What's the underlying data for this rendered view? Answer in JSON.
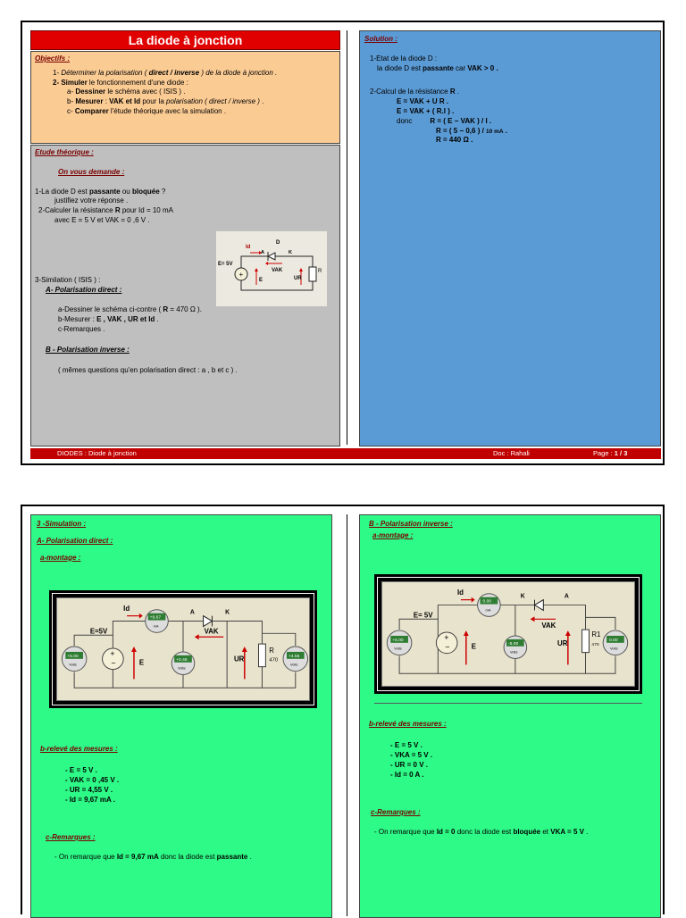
{
  "page1": {
    "title": "La diode à jonction",
    "objectives": {
      "heading": "Objectifs :",
      "l1_a": "1- ",
      "l1_b": "Déterminer la polarisation ( ",
      "l1_c": "direct / inverse",
      "l1_d": " ) de  la diode à jonction .",
      "l2_a": "2- Simuler",
      "l2_b": " le fonctionnement d'une  diode :",
      "l3_a": "a- ",
      "l3_b": "Dessiner",
      "l3_c": " le  schéma avec ( ISIS )  .",
      "l4_a": "b- ",
      "l4_b": "Mesurer",
      "l4_c": " :  ",
      "l4_d": "VAK et Id",
      "l4_e": "  pour la  ",
      "l4_f": "polarisation ( direct / inverse )",
      "l4_g": "  .",
      "l5_a": "c- ",
      "l5_b": "Comparer",
      "l5_c": " l'étude théorique avec la simulation  ."
    },
    "theory": {
      "heading": "Etude théorique :",
      "ask": "On vous demande :",
      "q1_a": "1-La diode D est ",
      "q1_b": "passante",
      "q1_c": " ou ",
      "q1_d": "bloquée",
      "q1_e": " ?",
      "q1_2": "justifiez votre réponse .",
      "q2_a": "2-Calculer  la résistance  ",
      "q2_b": "R",
      "q2_c": "  pour Id = 10 mA",
      "q2_2": "avec E = 5 V et VAK = 0 ,6 V .",
      "q3": "3-Similation ( ISIS ) :",
      "polA": "A- Polarisation direct  :",
      "a_a": "a-Dessiner le schéma  ci-contre ( ",
      "a_b": "R",
      "a_c": " = 470 Ω ).",
      "b_a": "b-Mesurer :  ",
      "b_b": "E , VAK , UR  et   Id",
      "b_c": " .",
      "c": "c-Remarques .",
      "polB": "B - Polarisation inverse  :",
      "same": "( mêmes  questions qu'en polarisation direct : a , b et  c ) ."
    },
    "solution": {
      "heading": "Solution :",
      "s1": "1-Etat de la diode D :",
      "s2_a": "la diode D  est  ",
      "s2_b": "passante",
      "s2_c": "  car  ",
      "s2_d": "VAK > 0 .",
      "s3_a": "2-Calcul de  la résistance  ",
      "s3_b": "R",
      "s3_c": " .",
      "e1": "E  = VAK + U R  .",
      "e2": "E  = VAK + ( R.I )  .",
      "donc": "donc",
      "e3": "R  = ( E − VAK )  /  I  .",
      "e4_a": "R  = ( 5 − 0,6 )  /  ",
      "e4_b": "10 mA",
      "e4_c": "  .",
      "e5": "R  = 440 Ω  ."
    },
    "footer": {
      "left": "DIODES  :   Diode à jonction",
      "doc": "Doc : Rahali",
      "page_label": "Page :  ",
      "page": "1 / 3"
    },
    "circuit_labels": {
      "id": "Id",
      "a": "A",
      "d": "D",
      "k": "K",
      "e5v": "E= 5V",
      "e": "E",
      "vak": "VAK",
      "ur": "UR",
      "r": "R"
    }
  },
  "page2": {
    "left": {
      "heading": "3 -Simulation :",
      "polA": "A- Polarisation direct  :",
      "montage": "a-montage :",
      "releve": "b-relevé des mesures :",
      "m1": "-  E = 5 V  .",
      "m2": "-  VAK = 0 ,45 V  .",
      "m3": "-  UR  =  4,55 V  .",
      "m4": "-  Id   =  9,67 mA  .",
      "remarques": "c-Remarques :",
      "r_a": "- On remarque que  ",
      "r_b": "Id  =  9,67 mA",
      "r_c": "  donc la diode est ",
      "r_d": "passante",
      "r_e": " ."
    },
    "right": {
      "heading": "B - Polarisation inverse  :",
      "montage": "a-montage :",
      "releve": "b-relevé des mesures :",
      "m1": "-  E = 5 V  .",
      "m2": "-  VKA = 5 V  .",
      "m3": "-  UR  =  0 V  .",
      "m4": "-  Id   =  0 A  .",
      "remarques": "c-Remarques :",
      "r_a": "- On remarque que  ",
      "r_b": "Id  =  0",
      "r_c": "  donc la diode est ",
      "r_d": "bloquée",
      "r_e": "  et  ",
      "r_f": "VKA = 5 V",
      "r_g": " ."
    },
    "circuit_direct": {
      "id": "Id",
      "a": "A",
      "k": "K",
      "e5v": "E=5V",
      "e": "E",
      "vak": "VAK",
      "ur": "UR",
      "r": "R",
      "r_val": "470",
      "m_id": "+9.67",
      "m_id_u": "mA",
      "m_e": "+5.00",
      "m_vak": "+0.45",
      "m_ur": "+4.55",
      "volts": "Volts"
    },
    "circuit_inverse": {
      "id": "Id",
      "k": "K",
      "a": "A",
      "e5v": "E= 5V",
      "e": "E",
      "vak": "VAK",
      "ur": "UR",
      "r": "R1",
      "r_val": "470",
      "m_id": "0.00",
      "m_id_u": "mA",
      "m_e": "+5.00",
      "m_vak": "-5.00",
      "m_ur": "0.00",
      "volts": "Volts"
    }
  }
}
